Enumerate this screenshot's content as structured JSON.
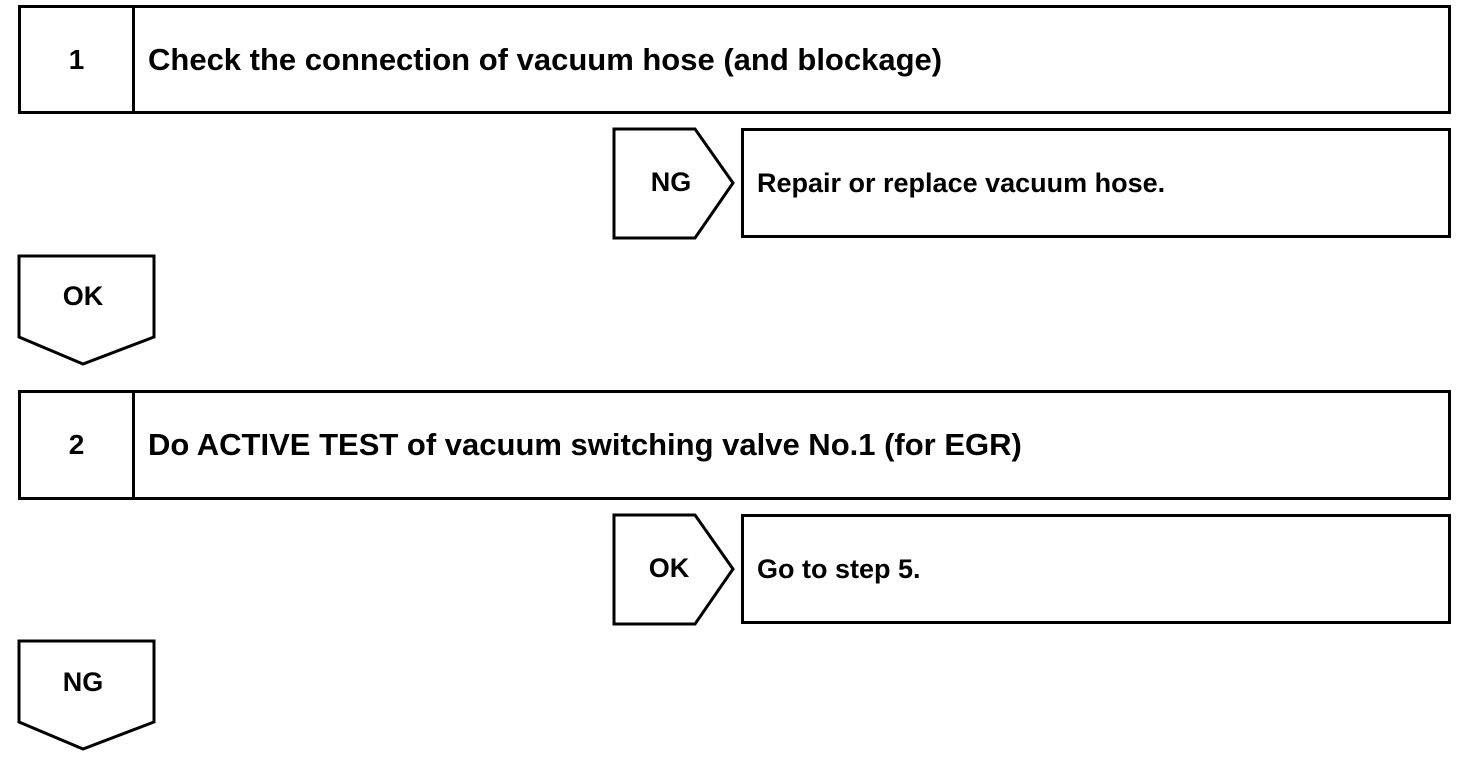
{
  "steps": [
    {
      "number": "1",
      "title": "Check the connection of vacuum hose (and blockage)"
    },
    {
      "number": "2",
      "title": "Do ACTIVE TEST of vacuum switching valve No.1 (for EGR)"
    }
  ],
  "branches": [
    {
      "tag": "NG",
      "result": "Repair or replace vacuum hose."
    },
    {
      "tag": "OK",
      "result": "Go to step 5."
    }
  ],
  "continues": [
    {
      "tag": "OK"
    },
    {
      "tag": "NG"
    }
  ]
}
